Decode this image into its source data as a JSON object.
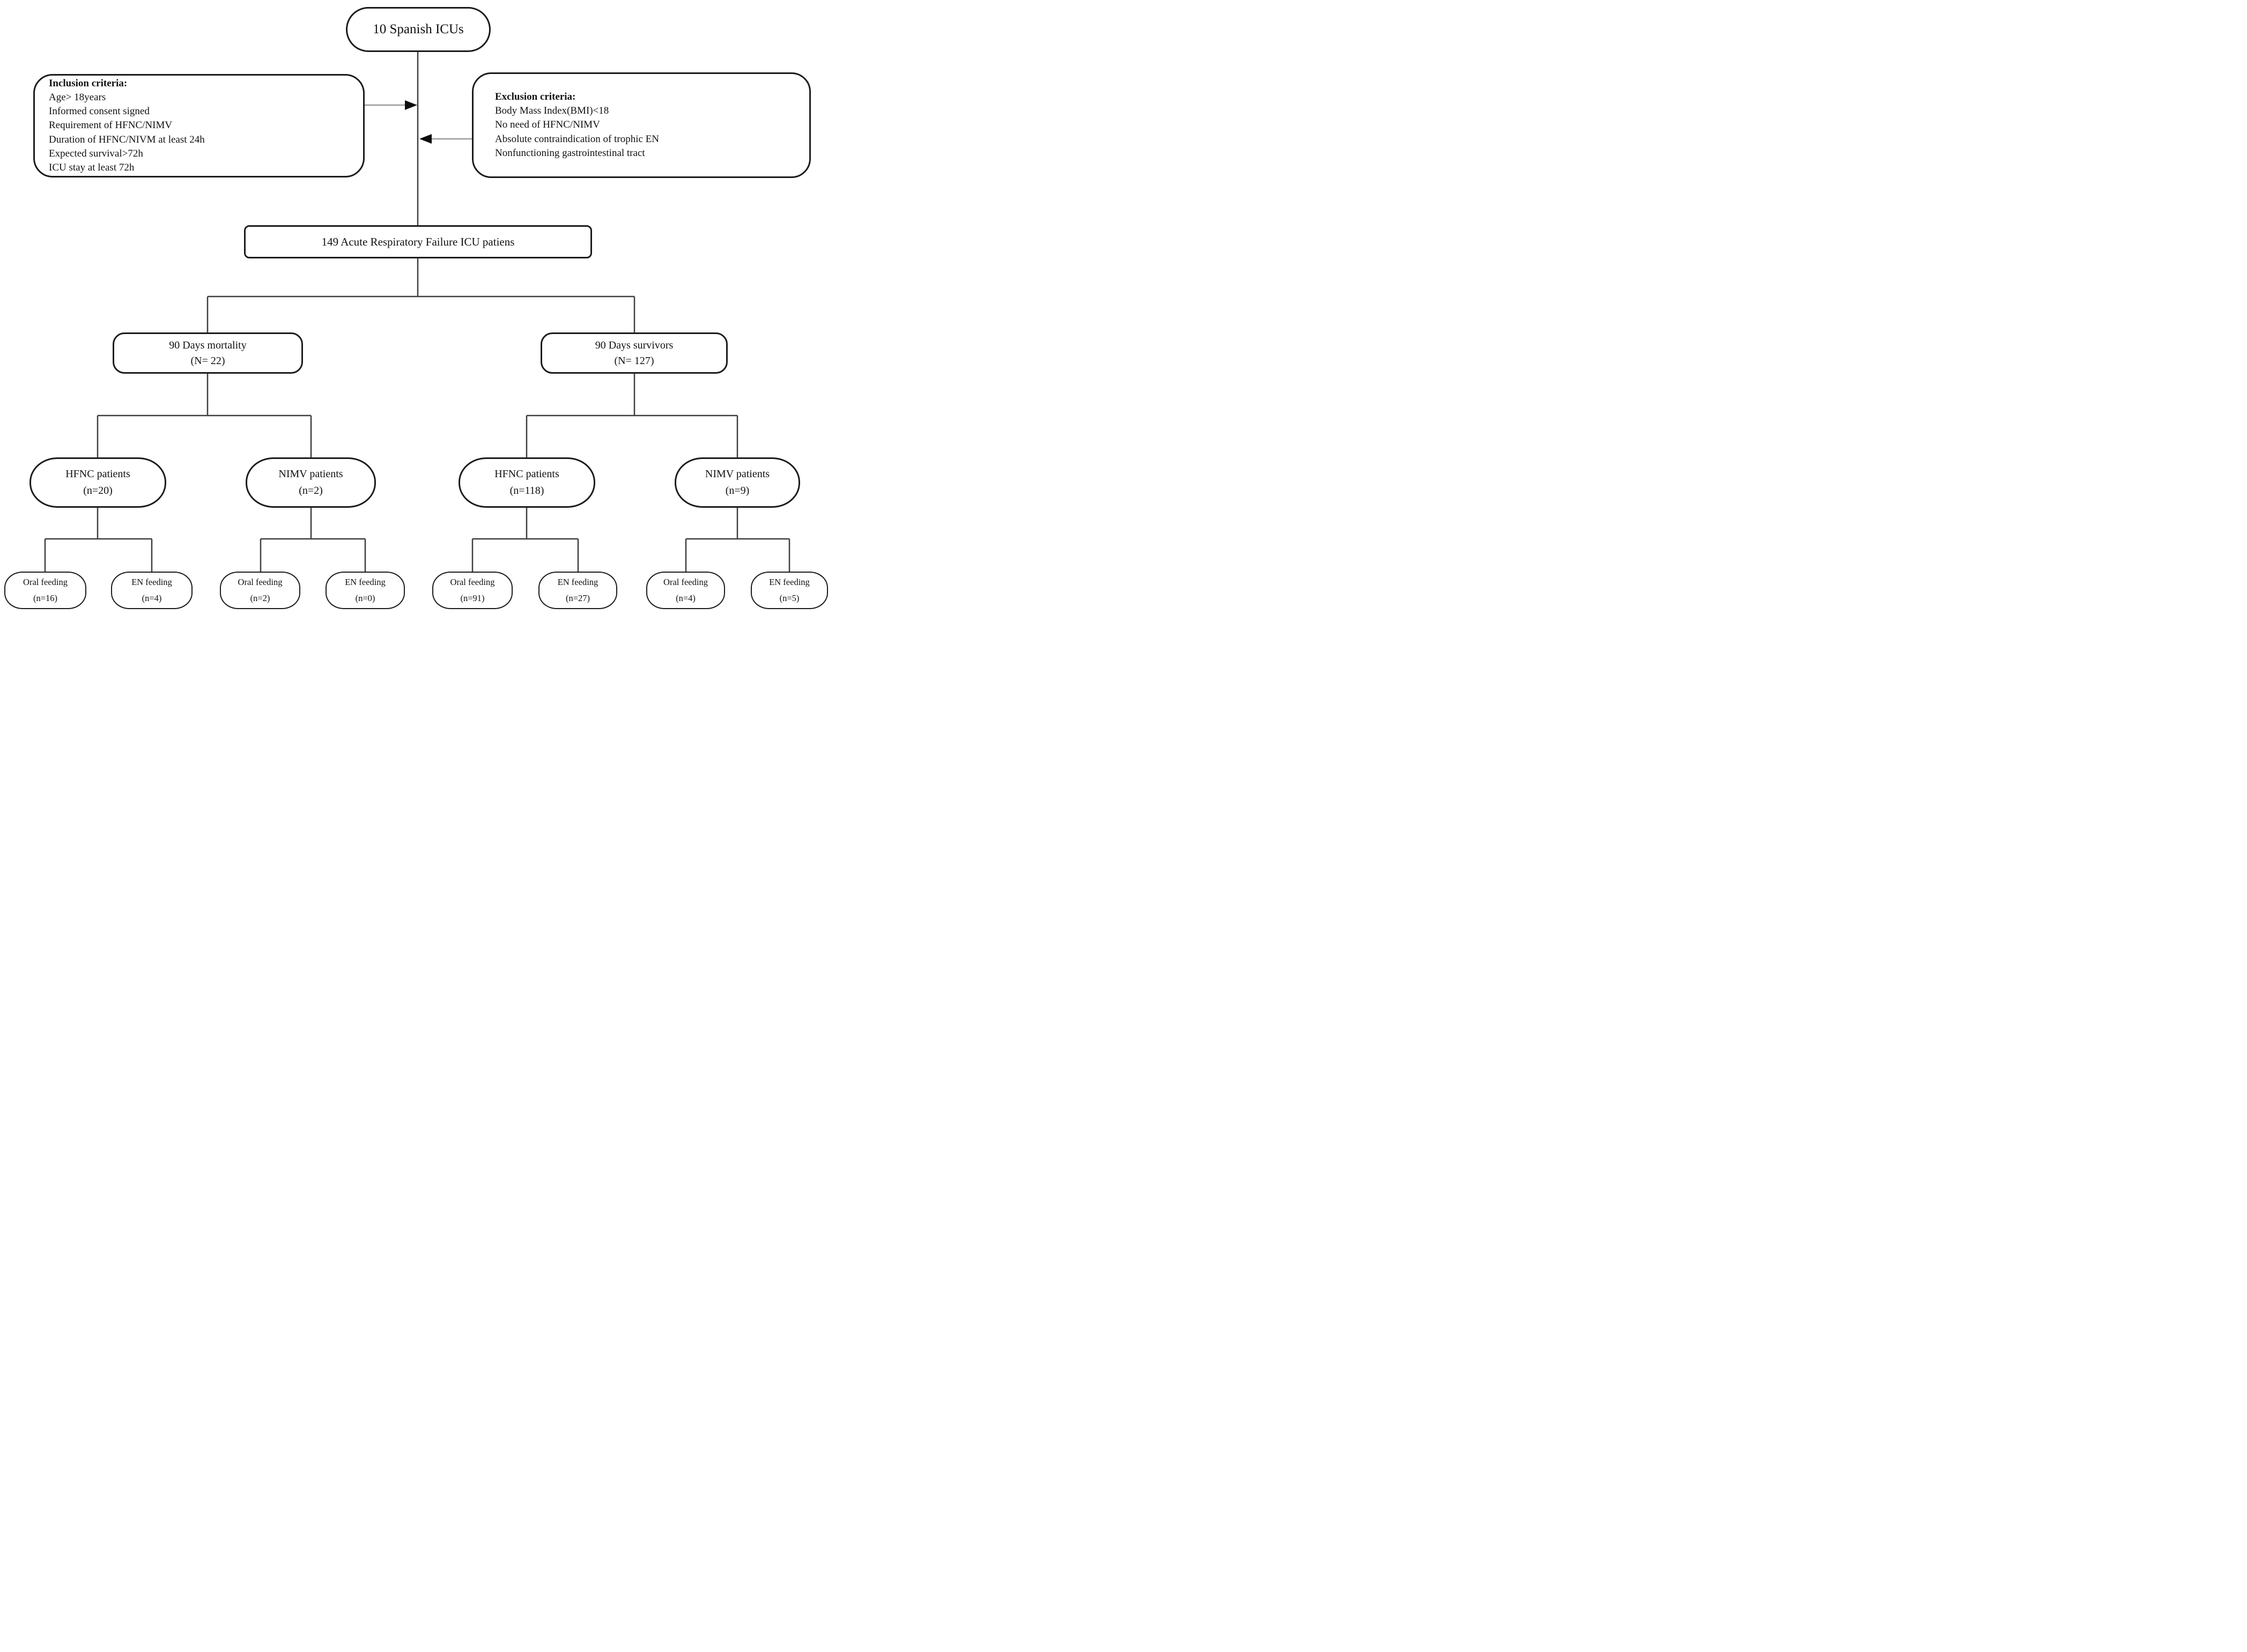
{
  "diagram": {
    "nodes": {
      "root": "10 Spanish ICUs",
      "inclusion": {
        "title": "Inclusion criteria:",
        "items": [
          "Age> 18years",
          "Informed consent signed",
          "Requirement of HFNC/NIMV",
          "Duration of HFNC/NIVM at least 24h",
          "Expected survival>72h",
          "ICU stay at least 72h"
        ]
      },
      "exclusion": {
        "title": "Exclusion criteria:",
        "items": [
          "Body Mass Index(BMI)<18",
          "No need of HFNC/NIMV",
          "Absolute contraindication of trophic EN",
          "Nonfunctioning gastrointestinal tract"
        ]
      },
      "cohort": "149 Acute Respiratory Failure ICU patiens",
      "mortality": {
        "line1": "90 Days mortality",
        "line2": "(N= 22)"
      },
      "survivors": {
        "line1": "90 Days survivors",
        "line2": "(N= 127)"
      },
      "hfnc_mort": {
        "line1": "HFNC patients",
        "line2": "(n=20)"
      },
      "nimv_mort": {
        "line1": "NIMV patients",
        "line2": "(n=2)"
      },
      "hfnc_surv": {
        "line1": "HFNC patients",
        "line2": "(n=118)"
      },
      "nimv_surv": {
        "line1": "NIMV patients",
        "line2": "(n=9)"
      },
      "feeding": [
        {
          "line1": "Oral feeding",
          "line2": "(n=16)"
        },
        {
          "line1": "EN feeding",
          "line2": "(n=4)"
        },
        {
          "line1": "Oral feeding",
          "line2": "(n=2)"
        },
        {
          "line1": "EN feeding",
          "line2": "(n=0)"
        },
        {
          "line1": "Oral feeding",
          "line2": "(n=91)"
        },
        {
          "line1": "EN feeding",
          "line2": "(n=27)"
        },
        {
          "line1": "Oral feeding",
          "line2": "(n=4)"
        },
        {
          "line1": "EN feeding",
          "line2": "(n=5)"
        }
      ]
    },
    "colors": {
      "background": "#ffffff",
      "border": "#1c1c1c",
      "connector": "#3f3f3f",
      "arrow_shaft": "#9b9b9b",
      "arrow_head": "#0d0d0d",
      "text": "#111111"
    }
  }
}
